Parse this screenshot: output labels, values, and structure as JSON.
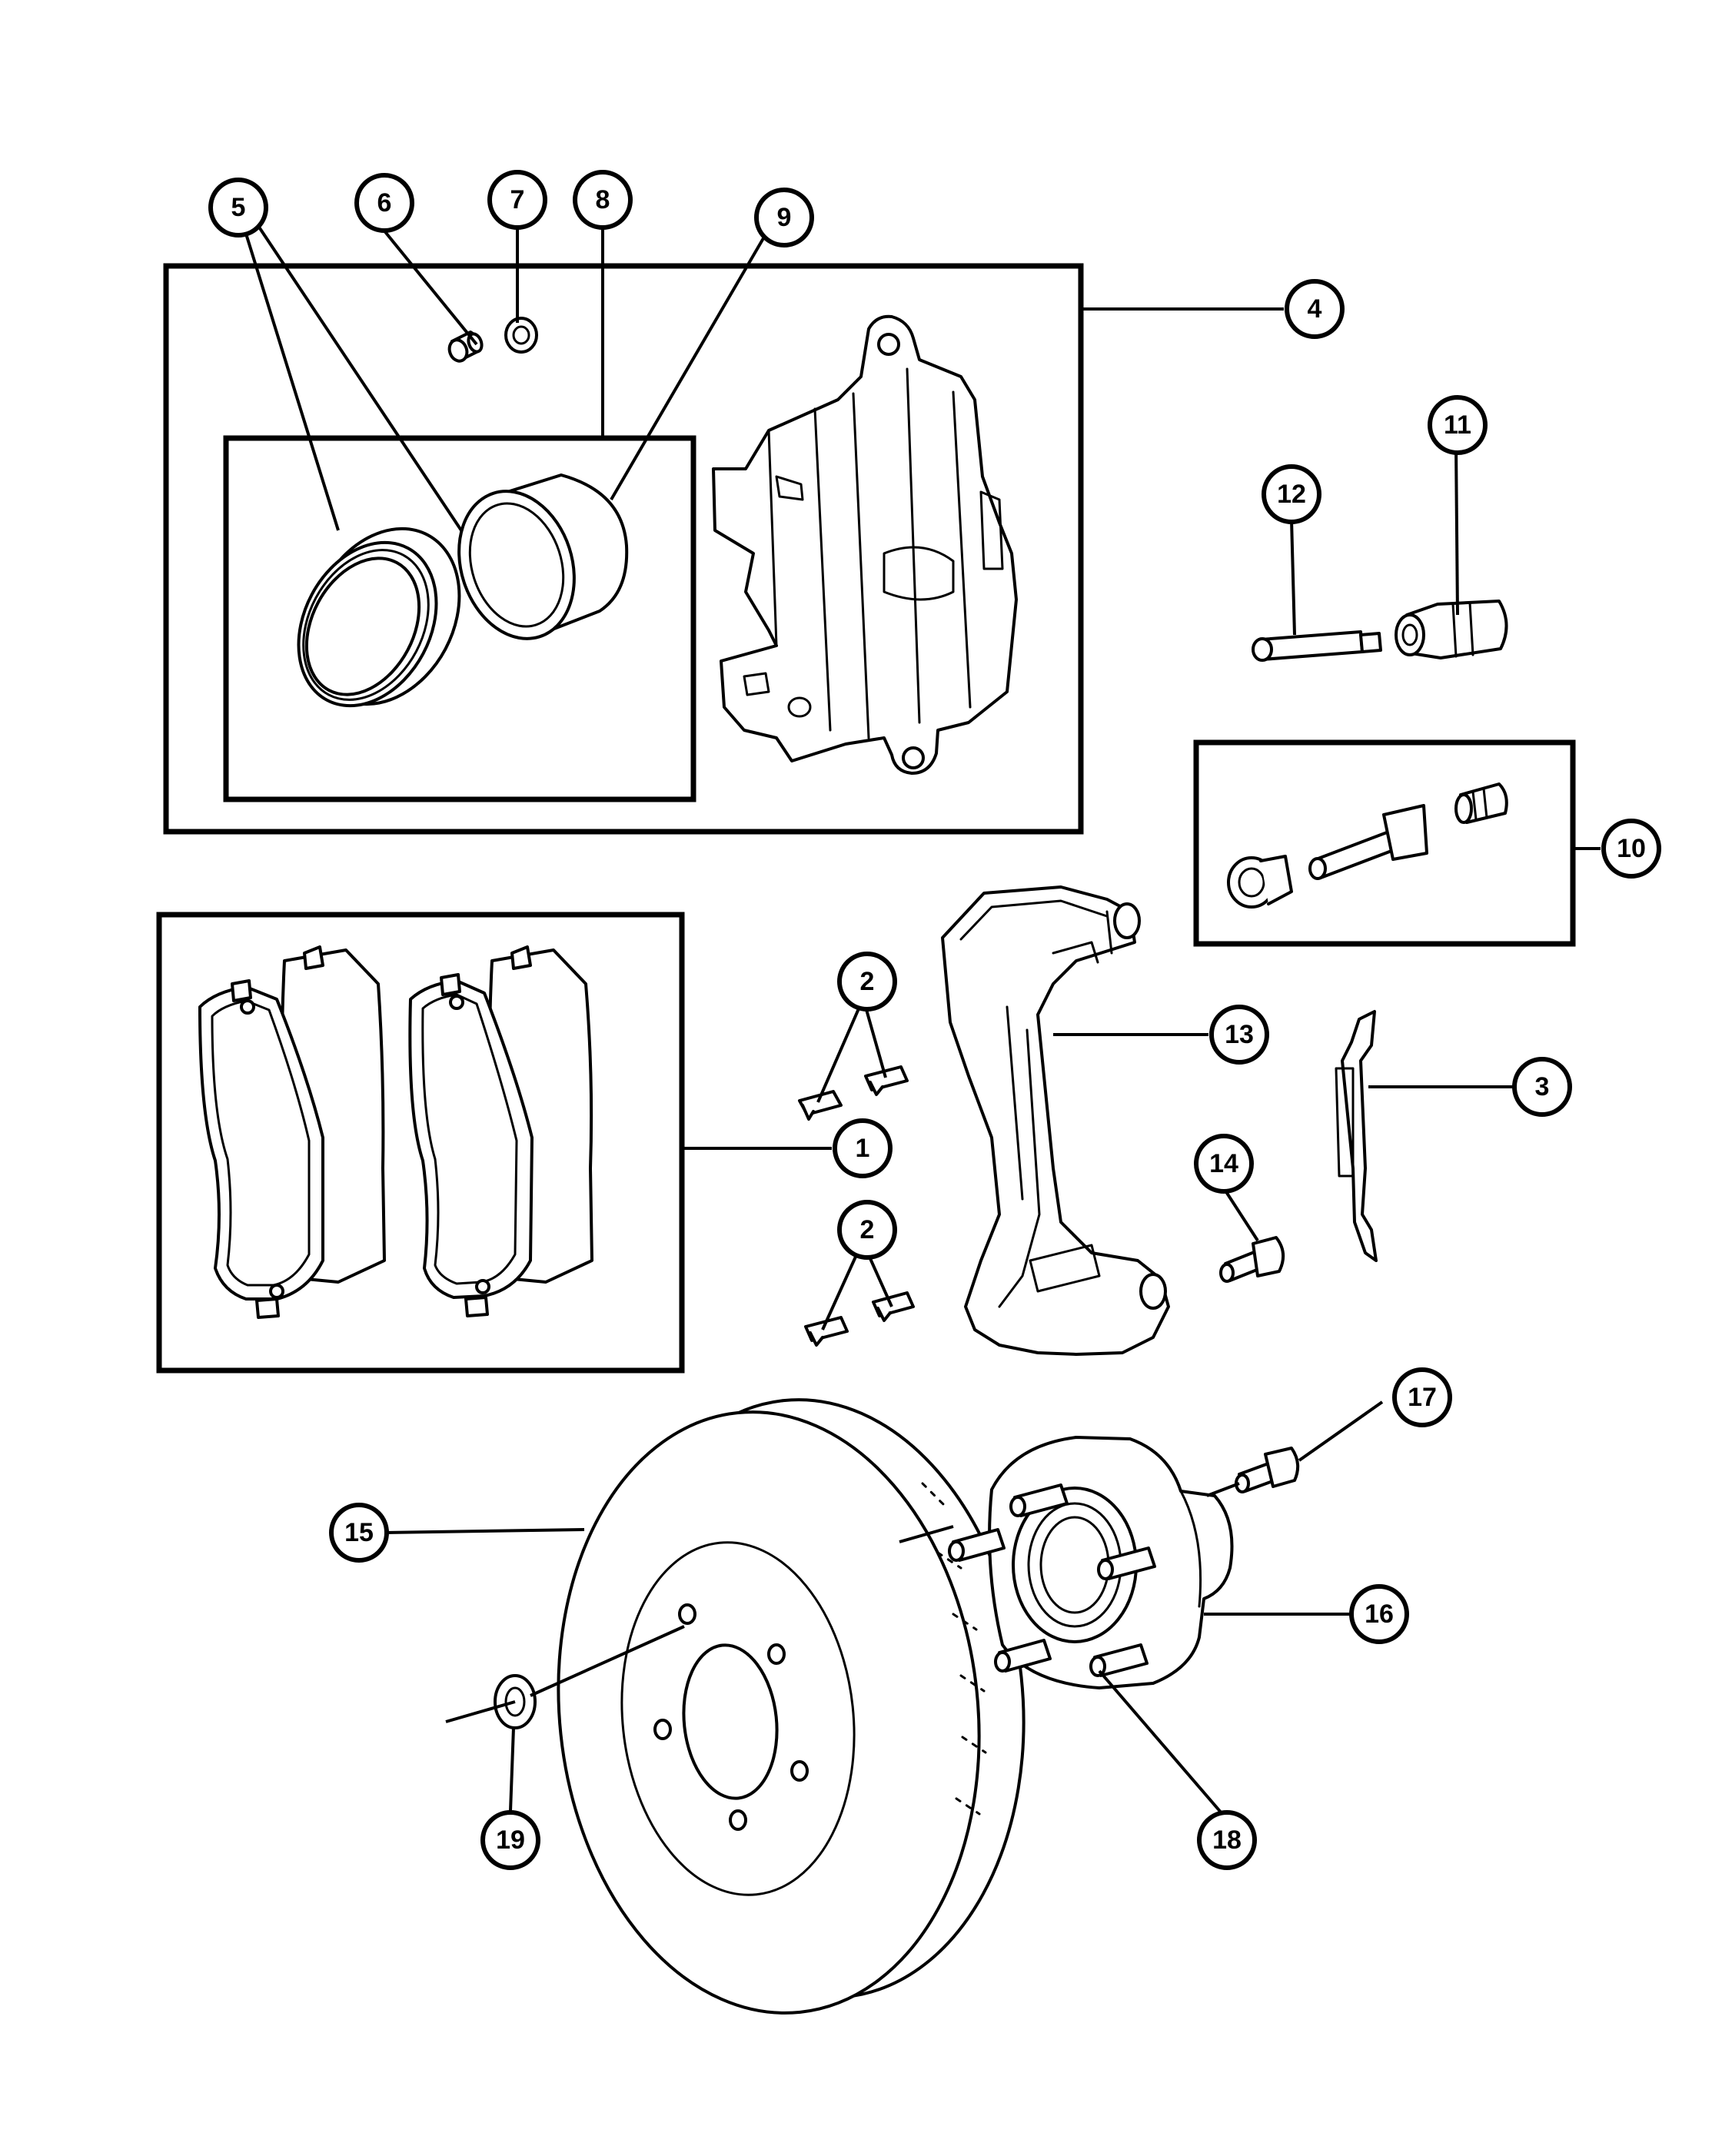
{
  "callouts": {
    "c1": "1",
    "c2a": "2",
    "c2b": "2",
    "c3": "3",
    "c4": "4",
    "c5": "5",
    "c6": "6",
    "c7": "7",
    "c8": "8",
    "c9": "9",
    "c10": "10",
    "c11": "11",
    "c12": "12",
    "c13": "13",
    "c14": "14",
    "c15": "15",
    "c16": "16",
    "c17": "17",
    "c18": "18",
    "c19": "19"
  }
}
